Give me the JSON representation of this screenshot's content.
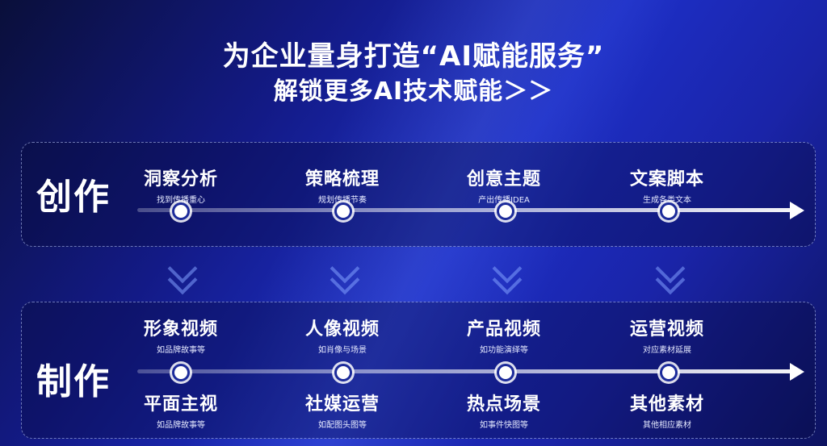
{
  "header": {
    "line1": "为企业量身打造“AI赋能服务”",
    "line2": "解锁更多AI技术赋能＞＞"
  },
  "creation": {
    "title": "创作",
    "steps": [
      {
        "main": "洞察分析",
        "sub": "找到传播重心"
      },
      {
        "main": "策略梳理",
        "sub": "规划传播节奏"
      },
      {
        "main": "创意主题",
        "sub": "产出传播IDEA"
      },
      {
        "main": "文案脚本",
        "sub": "生成各类文本"
      }
    ]
  },
  "production": {
    "title": "制作",
    "top": [
      {
        "main": "形象视频",
        "sub": "如品牌故事等"
      },
      {
        "main": "人像视频",
        "sub": "如肖像与场景"
      },
      {
        "main": "产品视频",
        "sub": "如功能演绎等"
      },
      {
        "main": "运营视频",
        "sub": "对应素材延展"
      }
    ],
    "bottom": [
      {
        "main": "平面主视",
        "sub": "如品牌故事等"
      },
      {
        "main": "社媒运营",
        "sub": "如配图头图等"
      },
      {
        "main": "热点场景",
        "sub": "如事件快图等"
      },
      {
        "main": "其他素材",
        "sub": "其他相应素材"
      }
    ]
  },
  "colors": {
    "accent": "#1d2fc7",
    "background_dark": "#0a0f3a",
    "text": "#ffffff"
  }
}
